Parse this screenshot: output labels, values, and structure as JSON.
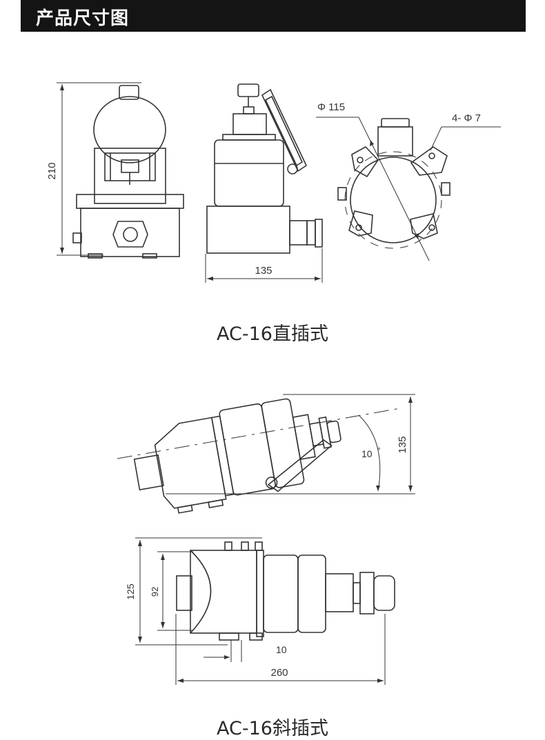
{
  "header": {
    "title": "产品尺寸图"
  },
  "drawing_top": {
    "dim_height": "210",
    "dim_width": "135",
    "dim_diameter": "Φ 115",
    "dim_holes": "4- Φ 7"
  },
  "caption_top": "AC-16直插式",
  "drawing_bottom": {
    "dim_side_height": "135",
    "dim_angle": "10",
    "dim_angle_unit": "°",
    "dim_front_height": "125",
    "dim_inner_height": "92",
    "dim_foot": "10",
    "dim_length": "260"
  },
  "caption_bottom": "AC-16斜插式"
}
